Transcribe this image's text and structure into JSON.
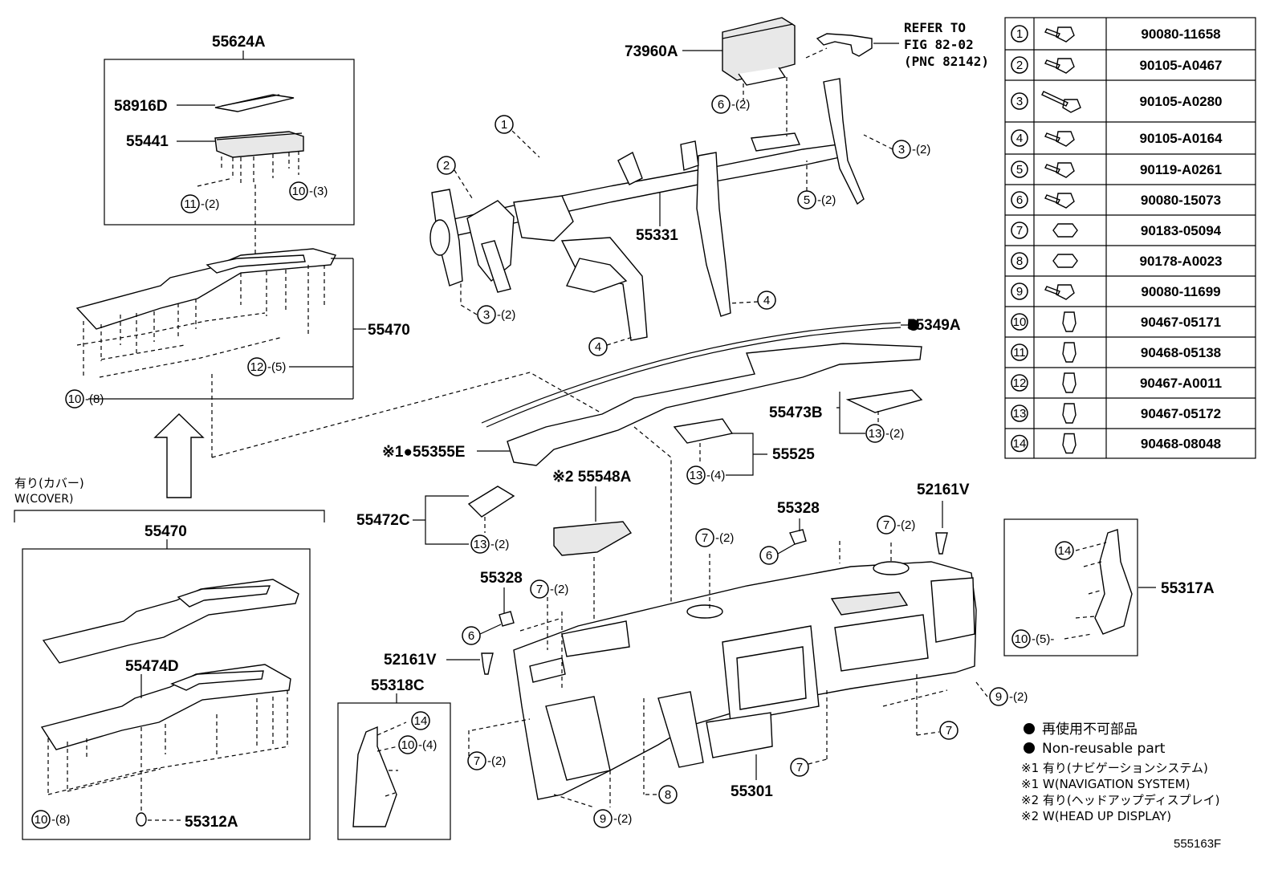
{
  "refer_note": [
    "REFER TO",
    "FIG 82-02",
    "(PNC 82142)"
  ],
  "cover_caption": [
    "有り(カバー)",
    "W(COVER)"
  ],
  "figure_id": "555163F",
  "legend": {
    "jp": "再使用不可部品",
    "en": "Non-reusable part",
    "n1_jp": "※1 有り(ナビゲーションシステム)",
    "n1_en": "※1 W(NAVIGATION SYSTEM)",
    "n2_jp": "※2 有り(ヘッドアップディスプレイ)",
    "n2_en": "※2 W(HEAD UP DISPLAY)"
  },
  "fastener_table": [
    {
      "num": "1",
      "part": "90080-11658"
    },
    {
      "num": "2",
      "part": "90105-A0467"
    },
    {
      "num": "3",
      "part": "90105-A0280"
    },
    {
      "num": "4",
      "part": "90105-A0164"
    },
    {
      "num": "5",
      "part": "90119-A0261"
    },
    {
      "num": "6",
      "part": "90080-15073"
    },
    {
      "num": "7",
      "part": "90183-05094"
    },
    {
      "num": "8",
      "part": "90178-A0023"
    },
    {
      "num": "9",
      "part": "90080-11699"
    },
    {
      "num": "10",
      "part": "90467-05171"
    },
    {
      "num": "11",
      "part": "90468-05138"
    },
    {
      "num": "12",
      "part": "90467-A0011"
    },
    {
      "num": "13",
      "part": "90467-05172"
    },
    {
      "num": "14",
      "part": "90468-08048"
    }
  ],
  "labels": {
    "l55624A": "55624A",
    "l58916D": "58916D",
    "l55441": "55441",
    "l55470a": "55470",
    "l55470b": "55470",
    "l55474D": "55474D",
    "l55312A": "55312A",
    "l73960A": "73960A",
    "l55331": "55331",
    "l55349A": "55349A",
    "l55355E": "※1●55355E",
    "l55473B": "55473B",
    "l55525": "55525",
    "l55548A": "※2 55548A",
    "l55472C": "55472C",
    "l55328a": "55328",
    "l55328b": "55328",
    "l52161Va": "52161V",
    "l52161Vb": "52161V",
    "l55318C": "55318C",
    "l55301": "55301",
    "l55317A": "55317A"
  },
  "callouts": [
    {
      "num": "11",
      "qty": "-(2)"
    },
    {
      "num": "10",
      "qty": "-(3)"
    },
    {
      "num": "12",
      "qty": "-(5)"
    },
    {
      "num": "10",
      "qty": "-(8)"
    },
    {
      "num": "10",
      "qty": "-(8)"
    },
    {
      "num": "6",
      "qty": "-(2)"
    },
    {
      "num": "1",
      "qty": ""
    },
    {
      "num": "2",
      "qty": ""
    },
    {
      "num": "3",
      "qty": "-(2)"
    },
    {
      "num": "3",
      "qty": "-(2)"
    },
    {
      "num": "5",
      "qty": "-(2)"
    },
    {
      "num": "4",
      "qty": ""
    },
    {
      "num": "4",
      "qty": ""
    },
    {
      "num": "13",
      "qty": "-(2)"
    },
    {
      "num": "13",
      "qty": "-(4)"
    },
    {
      "num": "13",
      "qty": "-(2)"
    },
    {
      "num": "7",
      "qty": "-(2)"
    },
    {
      "num": "7",
      "qty": "-(2)"
    },
    {
      "num": "7",
      "qty": "-(2)"
    },
    {
      "num": "6",
      "qty": ""
    },
    {
      "num": "6",
      "qty": ""
    },
    {
      "num": "14",
      "qty": ""
    },
    {
      "num": "10",
      "qty": "-(4)"
    },
    {
      "num": "7",
      "qty": "-(2)"
    },
    {
      "num": "9",
      "qty": "-(2)"
    },
    {
      "num": "8",
      "qty": ""
    },
    {
      "num": "7",
      "qty": ""
    },
    {
      "num": "9",
      "qty": "-(2)"
    },
    {
      "num": "7",
      "qty": ""
    },
    {
      "num": "14",
      "qty": ""
    },
    {
      "num": "10",
      "qty": "-(5)-"
    }
  ]
}
